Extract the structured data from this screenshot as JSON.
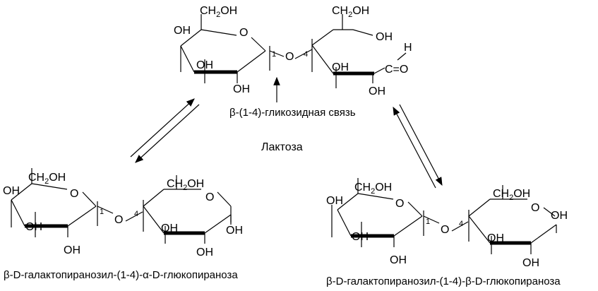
{
  "labels": {
    "oh": "OH",
    "ch2oh_c": "CH",
    "ch2oh_sub": "2",
    "ch2oh_oh": "OH",
    "o": "O",
    "h": "H",
    "co": "C=O",
    "pos1": "1",
    "pos4": "4"
  },
  "top": {
    "bond_label": "β-(1-4)-гликозидная связь",
    "name": "Лактоза"
  },
  "bottom_left": {
    "name": "β-D-галактопиранозил-(1-4)-α-D-глюкопираноза"
  },
  "bottom_right": {
    "name": "β-D-галактопиранозил-(1-4)-β-D-глюкопираноза"
  }
}
